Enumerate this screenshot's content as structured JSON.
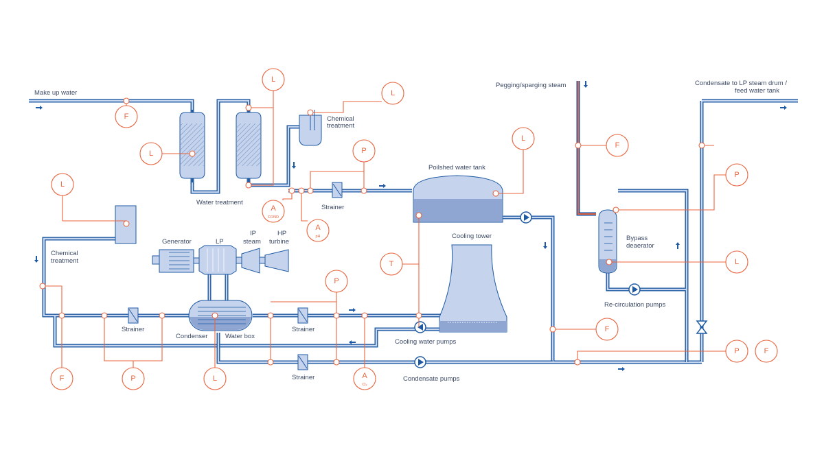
{
  "labels": {
    "make_up_water": "Make up water",
    "water_treatment": "Water treatment",
    "chemical_treatment_top_1": "Chemical",
    "chemical_treatment_top_2": "treatment",
    "chemical_treatment_left_1": "Chemical",
    "chemical_treatment_left_2": "treatment",
    "strainer_top": "Strainer",
    "polished_water_tank": "Poilshed water tank",
    "cooling_tower": "Cooling tower",
    "generator": "Generator",
    "lp": "LP",
    "ip_steam_1": "IP",
    "ip_steam_2": "steam",
    "hp_turbine_1": "HP",
    "hp_turbine_2": "turbine",
    "strainer_left": "Strainer",
    "condenser": "Condenser",
    "water_box": "Water box",
    "strainer_mid": "Strainer",
    "strainer_bottom": "Strainer",
    "cooling_water_pumps": "Cooling water pumps",
    "condensate_pumps": "Condensate pumps",
    "pegging_steam": "Pegging/sparging steam",
    "condensate_to_lp_1": "Condensate to LP steam drum /",
    "condensate_to_lp_2": "feed water tank",
    "bypass_deaerator_1": "Bypass",
    "bypass_deaerator_2": "deaerator",
    "recirculation_pumps": "Re-circulation pumps"
  },
  "instruments": {
    "f": "F",
    "l": "L",
    "p": "P",
    "a": "A",
    "t": "T",
    "a_cond_sub": "COND",
    "a_ph_sub": "pH",
    "a_cl_sub": "Cl₂"
  },
  "colors": {
    "pipe": "#1e5aa3",
    "pipe_inner": "#c9d7ee",
    "signal": "#e8643e",
    "equipment_fill": "#c6d3ec"
  }
}
